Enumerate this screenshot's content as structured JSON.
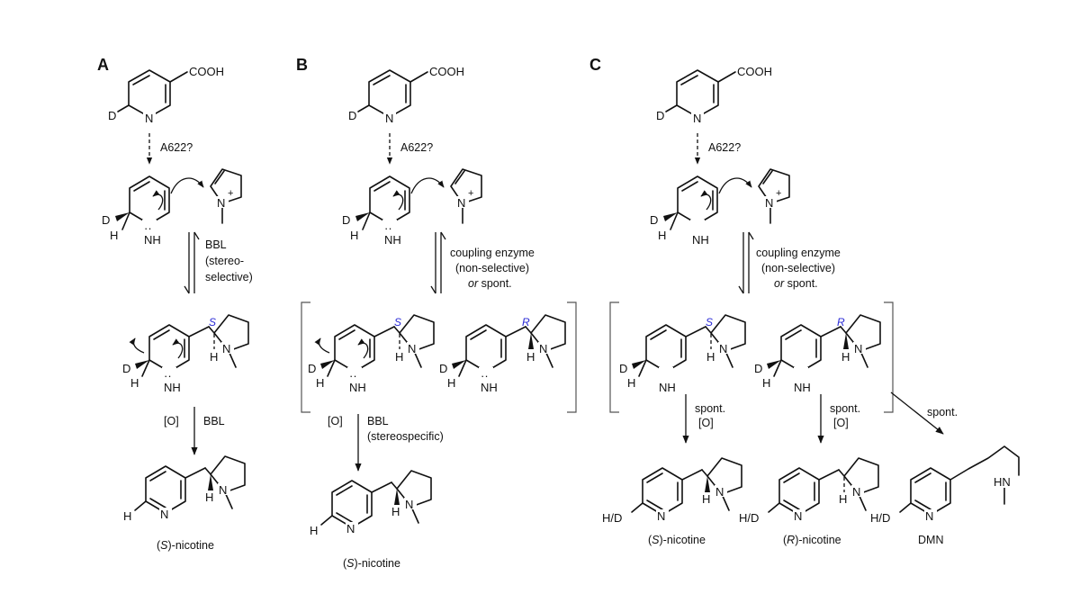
{
  "panels": {
    "a": {
      "letter": "A",
      "substituents": {
        "cooh": "COOH",
        "d": "D",
        "h": "H",
        "n": "N",
        "nh": "NH",
        "nplus": "N",
        "plus": "+",
        "lone_pair": "··",
        "deuterium_h": "H"
      },
      "step1": "A622?",
      "step2": [
        "BBL",
        "(stereo-",
        "selective)"
      ],
      "stereo_s": "S",
      "step3_left": "[O]",
      "step3_right": "BBL",
      "product": {
        "paren_open": "(",
        "config": "S",
        "suffix": ")-nicotine"
      }
    },
    "b": {
      "letter": "B",
      "substituents": {
        "cooh": "COOH",
        "d": "D",
        "h": "H",
        "n": "N",
        "nh": "NH",
        "nplus": "N",
        "plus": "+",
        "lone_pair": "··"
      },
      "step1": "A622?",
      "step2": [
        "coupling enzyme",
        "(non-selective)",
        "or spont."
      ],
      "step2_or": "or",
      "step2_spont": " spont.",
      "stereo_s": "S",
      "stereo_r": "R",
      "step3_left": "[O]",
      "step3_right": [
        "BBL",
        "(stereospecific)"
      ],
      "product": {
        "paren_open": "(",
        "config": "S",
        "suffix": ")-nicotine"
      }
    },
    "c": {
      "letter": "C",
      "substituents": {
        "cooh": "COOH",
        "d": "D",
        "h": "H",
        "n": "N",
        "nh": "NH",
        "nplus": "N",
        "plus": "+",
        "hd": "H/D",
        "hn": "HN"
      },
      "step1": "A622?",
      "step2_line1": "coupling enzyme",
      "step2_line2": "(non-selective)",
      "step2_or": "or",
      "step2_spont": " spont.",
      "stereo_s": "S",
      "stereo_r": "R",
      "step3a": [
        "spont.",
        "[O]"
      ],
      "step3b": [
        "spont.",
        "[O]"
      ],
      "step3c": "spont.",
      "product_s": {
        "paren_open": "(",
        "config": "S",
        "suffix": ")-nicotine"
      },
      "product_r": {
        "paren_open": "(",
        "config": "R",
        "suffix": ")-nicotine"
      },
      "product_dmn": "DMN"
    }
  }
}
